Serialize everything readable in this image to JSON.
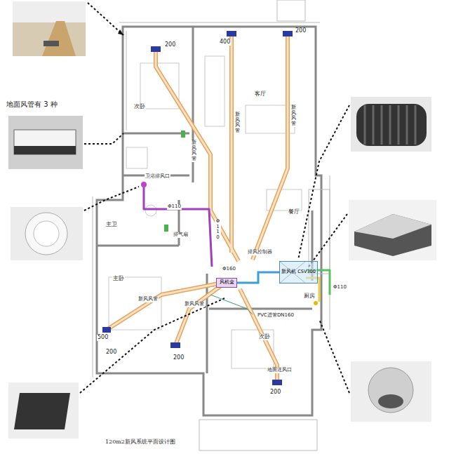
{
  "diagram": {
    "caption": "120m2新风系统平面设计图",
    "nodes": [
      {
        "text": [
          "新风机 CSV300"
        ]
      },
      {
        "text": [
          "风机盒"
        ]
      }
    ],
    "edges": [
      {
        "from": 1,
        "to": 0,
        "arrow": "none"
      }
    ],
    "labels": [
      "地面风管有 3 种",
      "次卧",
      "客厅",
      "主卫",
      "主卧",
      "次卧",
      "餐厅",
      "厨房",
      "200",
      "400",
      "200",
      "卫浴排风口",
      "Φ110",
      "排气扇",
      "Φ110",
      "Φ160",
      "排风控制器",
      "新风风管",
      "新风风管",
      "新风风管",
      "新风风管",
      "新风风管",
      "500",
      "200",
      "200",
      "200",
      "地面送风口",
      "PVC进管DN160",
      "Φ110"
    ]
  }
}
